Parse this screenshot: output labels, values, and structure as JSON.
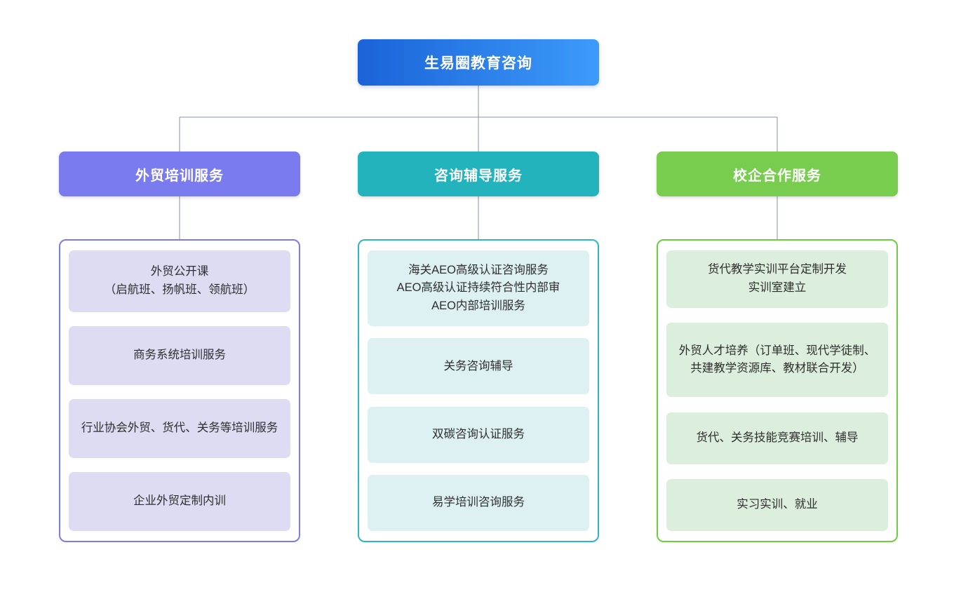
{
  "diagram": {
    "type": "org-chart",
    "background": "#ffffff",
    "connector_color": "#8a92a6",
    "root": {
      "label": "生易圈教育咨询",
      "gradient_from": "#1a63d8",
      "gradient_to": "#3d9bfa",
      "text_color": "#ffffff"
    },
    "branches": [
      {
        "label": "外贸培训服务",
        "header_color": "#7b7bf0",
        "border_color": "#7b7beb",
        "item_bg": "#dedcf3",
        "text_color": "#ffffff",
        "items": [
          "外贸公开课\n（启航班、扬帆班、领航班）",
          "商务系统培训服务",
          "行业协会外贸、货代、关务等培训服务",
          "企业外贸定制内训"
        ]
      },
      {
        "label": "咨询辅导服务",
        "header_color": "#22b3bd",
        "border_color": "#2bb8c4",
        "item_bg": "#ddf0f2",
        "text_color": "#ffffff",
        "items": [
          "海关AEO高级认证咨询服务\nAEO高级认证持续符合性内部审\nAEO内部培训服务",
          "关务咨询辅导",
          "双碳咨询认证服务",
          "易学培训咨询服务"
        ]
      },
      {
        "label": "校企合作服务",
        "header_color": "#78cc4e",
        "border_color": "#6ecd3f",
        "item_bg": "#dceedc",
        "text_color": "#ffffff",
        "items": [
          "货代教学实训平台定制开发\n实训室建立",
          "外贸人才培养（订单班、现代学徒制、共建教学资源库、教材联合开发）",
          "货代、关务技能竞赛培训、辅导",
          "实习实训、就业"
        ]
      }
    ]
  }
}
